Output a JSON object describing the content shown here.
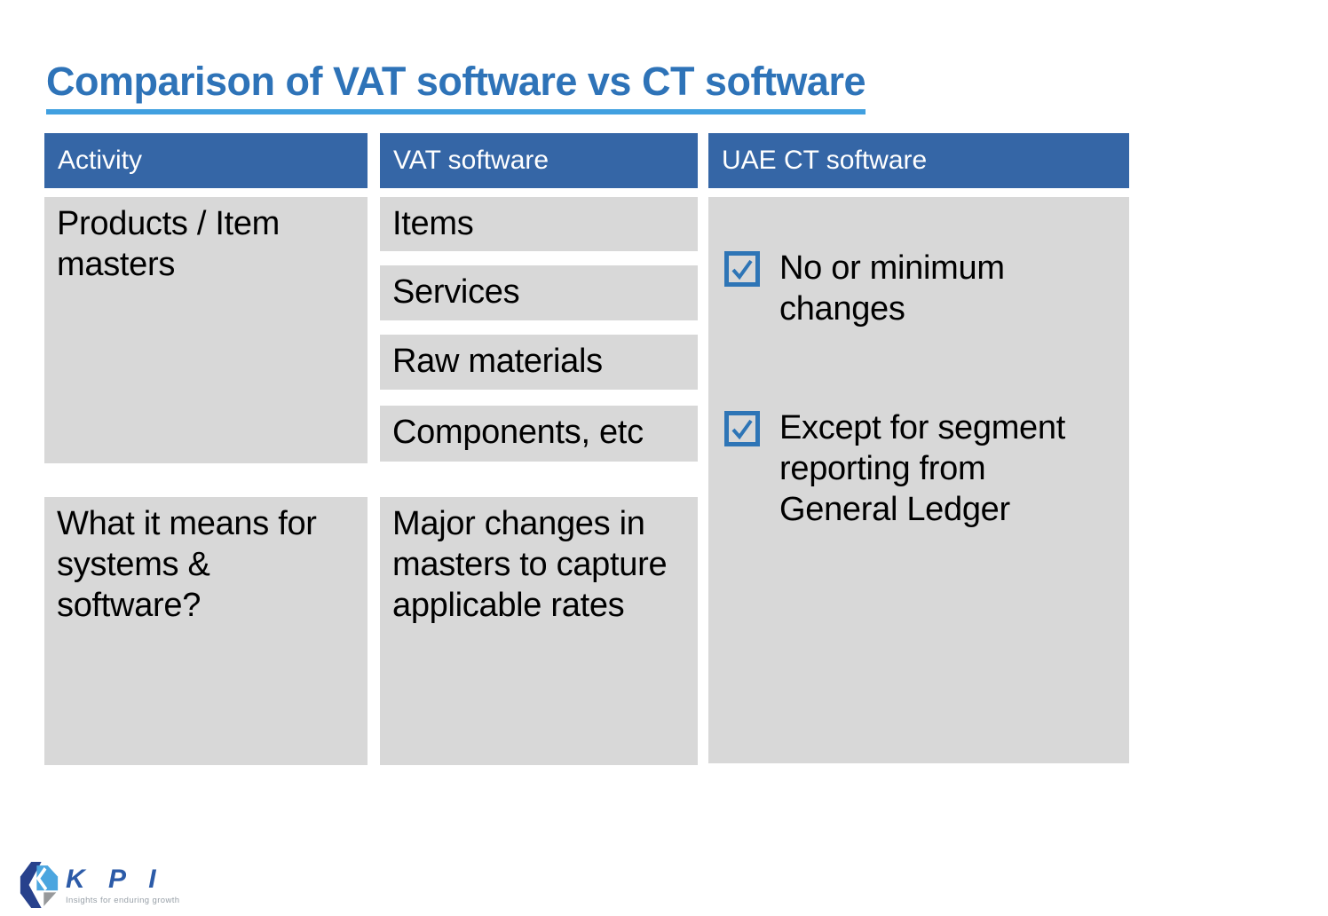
{
  "page": {
    "title": "Comparison of VAT software vs CT software"
  },
  "table": {
    "headers": [
      {
        "label": "Activity"
      },
      {
        "label": "VAT software"
      },
      {
        "label": "UAE CT software"
      }
    ],
    "activity_col": {
      "row1": "Products / Item\nmasters",
      "row2": "What it means for\nsystems &\nsoftware?"
    },
    "vat_col": {
      "row1_items": [
        "Items",
        "Services",
        "Raw materials",
        "Components, etc"
      ],
      "row2": "Major changes in\nmasters to capture\napplicable rates"
    },
    "ct_col": {
      "bullets": [
        {
          "checked": true,
          "text": "No or minimum\nchanges"
        },
        {
          "checked": true,
          "text": "Except for segment\nreporting from\nGeneral Ledger"
        }
      ]
    }
  },
  "footer": {
    "logo_text": "K P I",
    "logo_tagline": "Insights for enduring growth"
  },
  "colors": {
    "title_blue": "#2E73B8",
    "title_underline_blue": "#41A0E0",
    "header_bar_blue": "#3566A6",
    "header_text": "#FFFFFF",
    "cell_gray": "#D8D8D8",
    "body_text": "#000000",
    "checkbox_blue": "#2E75B6",
    "logo_navy": "#27418C",
    "logo_light_blue": "#4BA5DF",
    "logo_gray": "#97999B"
  }
}
